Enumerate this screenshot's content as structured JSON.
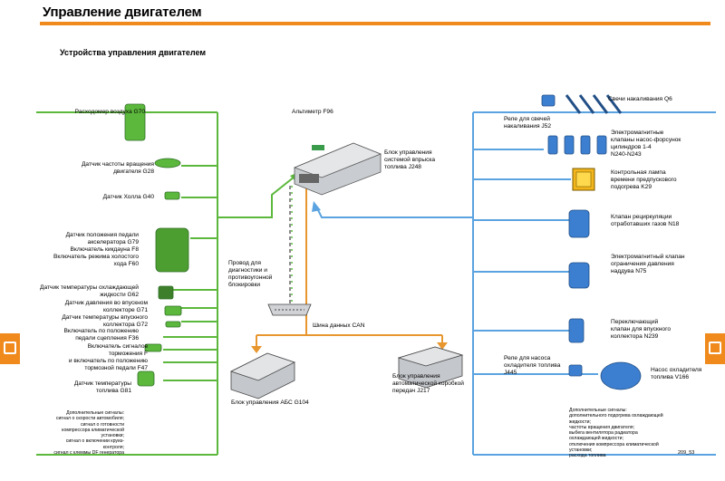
{
  "header": {
    "title": "Управление двигателем",
    "subtitle": "Устройства управления двигателем"
  },
  "colors": {
    "accent": "#f08a1c",
    "sensor_line": "#5cb83c",
    "actuator_line": "#5aa3e0",
    "can_line": "#e8962e",
    "diag_line": "#8a8a8a"
  },
  "sensors": {
    "maf": "Расходомер воздуха G70",
    "rpm": "Датчик частоты вращения\nдвигателя G28",
    "hall": "Датчик Холла G40",
    "pedal": "Датчик положения педали\nакселератора G79\nВключатель кикдауна F8\nВключатель режима холостого\nхода F60",
    "coolant": "Датчик температуры охлаждающей\nжидкости G62",
    "boost": "Датчик давления во впускном\nколлекторе G71",
    "intake_temp": "Датчик температуры впускного\nколлектора G72",
    "clutch": "Включатель по положению\nпедали сцепления F36",
    "brake": "Включатель сигналов\nторможения F\nи включатель по положению\nтормозной педали F47",
    "fuel_temp": "Датчик температуры\nтоплива G81",
    "extra": "Дополнительные сигналы:\nсигнал о скорости автомобиля;\nсигнал о готовности\nкомпрессора климатической\nустановки;\nсигнал о включении круиз-\nконтроля;\nсигнал с клеммы DF генератора"
  },
  "center": {
    "altimeter": "Альтиметр F96",
    "ecu": "Блок управления\nсистемой впрыска\nтоплива J248",
    "diag": "Провод для\nдиагностики и\nпротивоугонной\nблокировки",
    "can": "Шина данных CAN",
    "abs": "Блок управления АБС G104",
    "gearbox": "Блок управления\nавтоматической коробкой\nпередач J217"
  },
  "actuators": {
    "glow_plugs": "Свечи накаливания Q6",
    "glow_relay": "Реле для свечей\nнакаливания J52",
    "injectors": "Электромагнитные\nклапаны насос-форсунок\nцилиндров 1-4\nN240-N243",
    "lamp": "Контрольная лампа\nвремени предпускового\nподогрева K29",
    "egr": "Клапан рециркуляции\nотработавших газов N18",
    "boost_valve": "Электромагнитный клапан\nограничения давления\nнаддува N75",
    "intake_flap": "Переключающий\nклапан для впускного\nколлектора N239",
    "pump_relay": "Реле для насоса\nохладителя топлива\nJ445",
    "pump": "Насос охладителя\nтоплива V166",
    "extra": "Дополнительные сигналы:\nдополнительного подогрева охлаждающей\nжидкости;\nчастоты вращения двигателя;\nвыбега вентилятора радиатора\nохлаждающей жидкости;\nотключения компрессора климатической\nустановки;\nрасхода топлива"
  },
  "footer": {
    "figure_code": "209_53"
  }
}
